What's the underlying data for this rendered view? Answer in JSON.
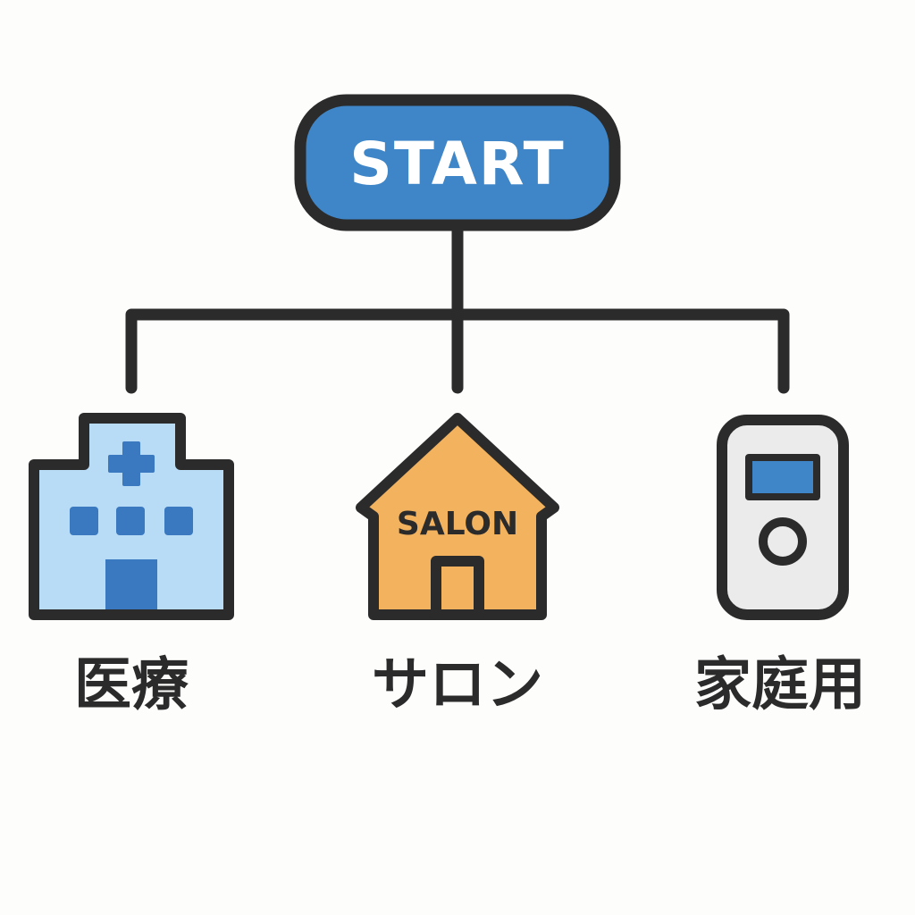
{
  "start": {
    "label": "START",
    "fill": "#3f86c8"
  },
  "branches": [
    {
      "caption": "医療",
      "icon": "hospital-icon",
      "colors": {
        "body": "#b9dcf6",
        "accent": "#3a78bf"
      }
    },
    {
      "caption": "サロン",
      "icon": "salon-house-icon",
      "sign": "SALON",
      "colors": {
        "body": "#f2b25e"
      }
    },
    {
      "caption": "家庭用",
      "icon": "home-device-icon",
      "colors": {
        "body": "#ebebeb",
        "screen": "#3f86c8"
      }
    }
  ],
  "colors": {
    "outline": "#2b2b2b",
    "background": "#fdfdfb"
  }
}
